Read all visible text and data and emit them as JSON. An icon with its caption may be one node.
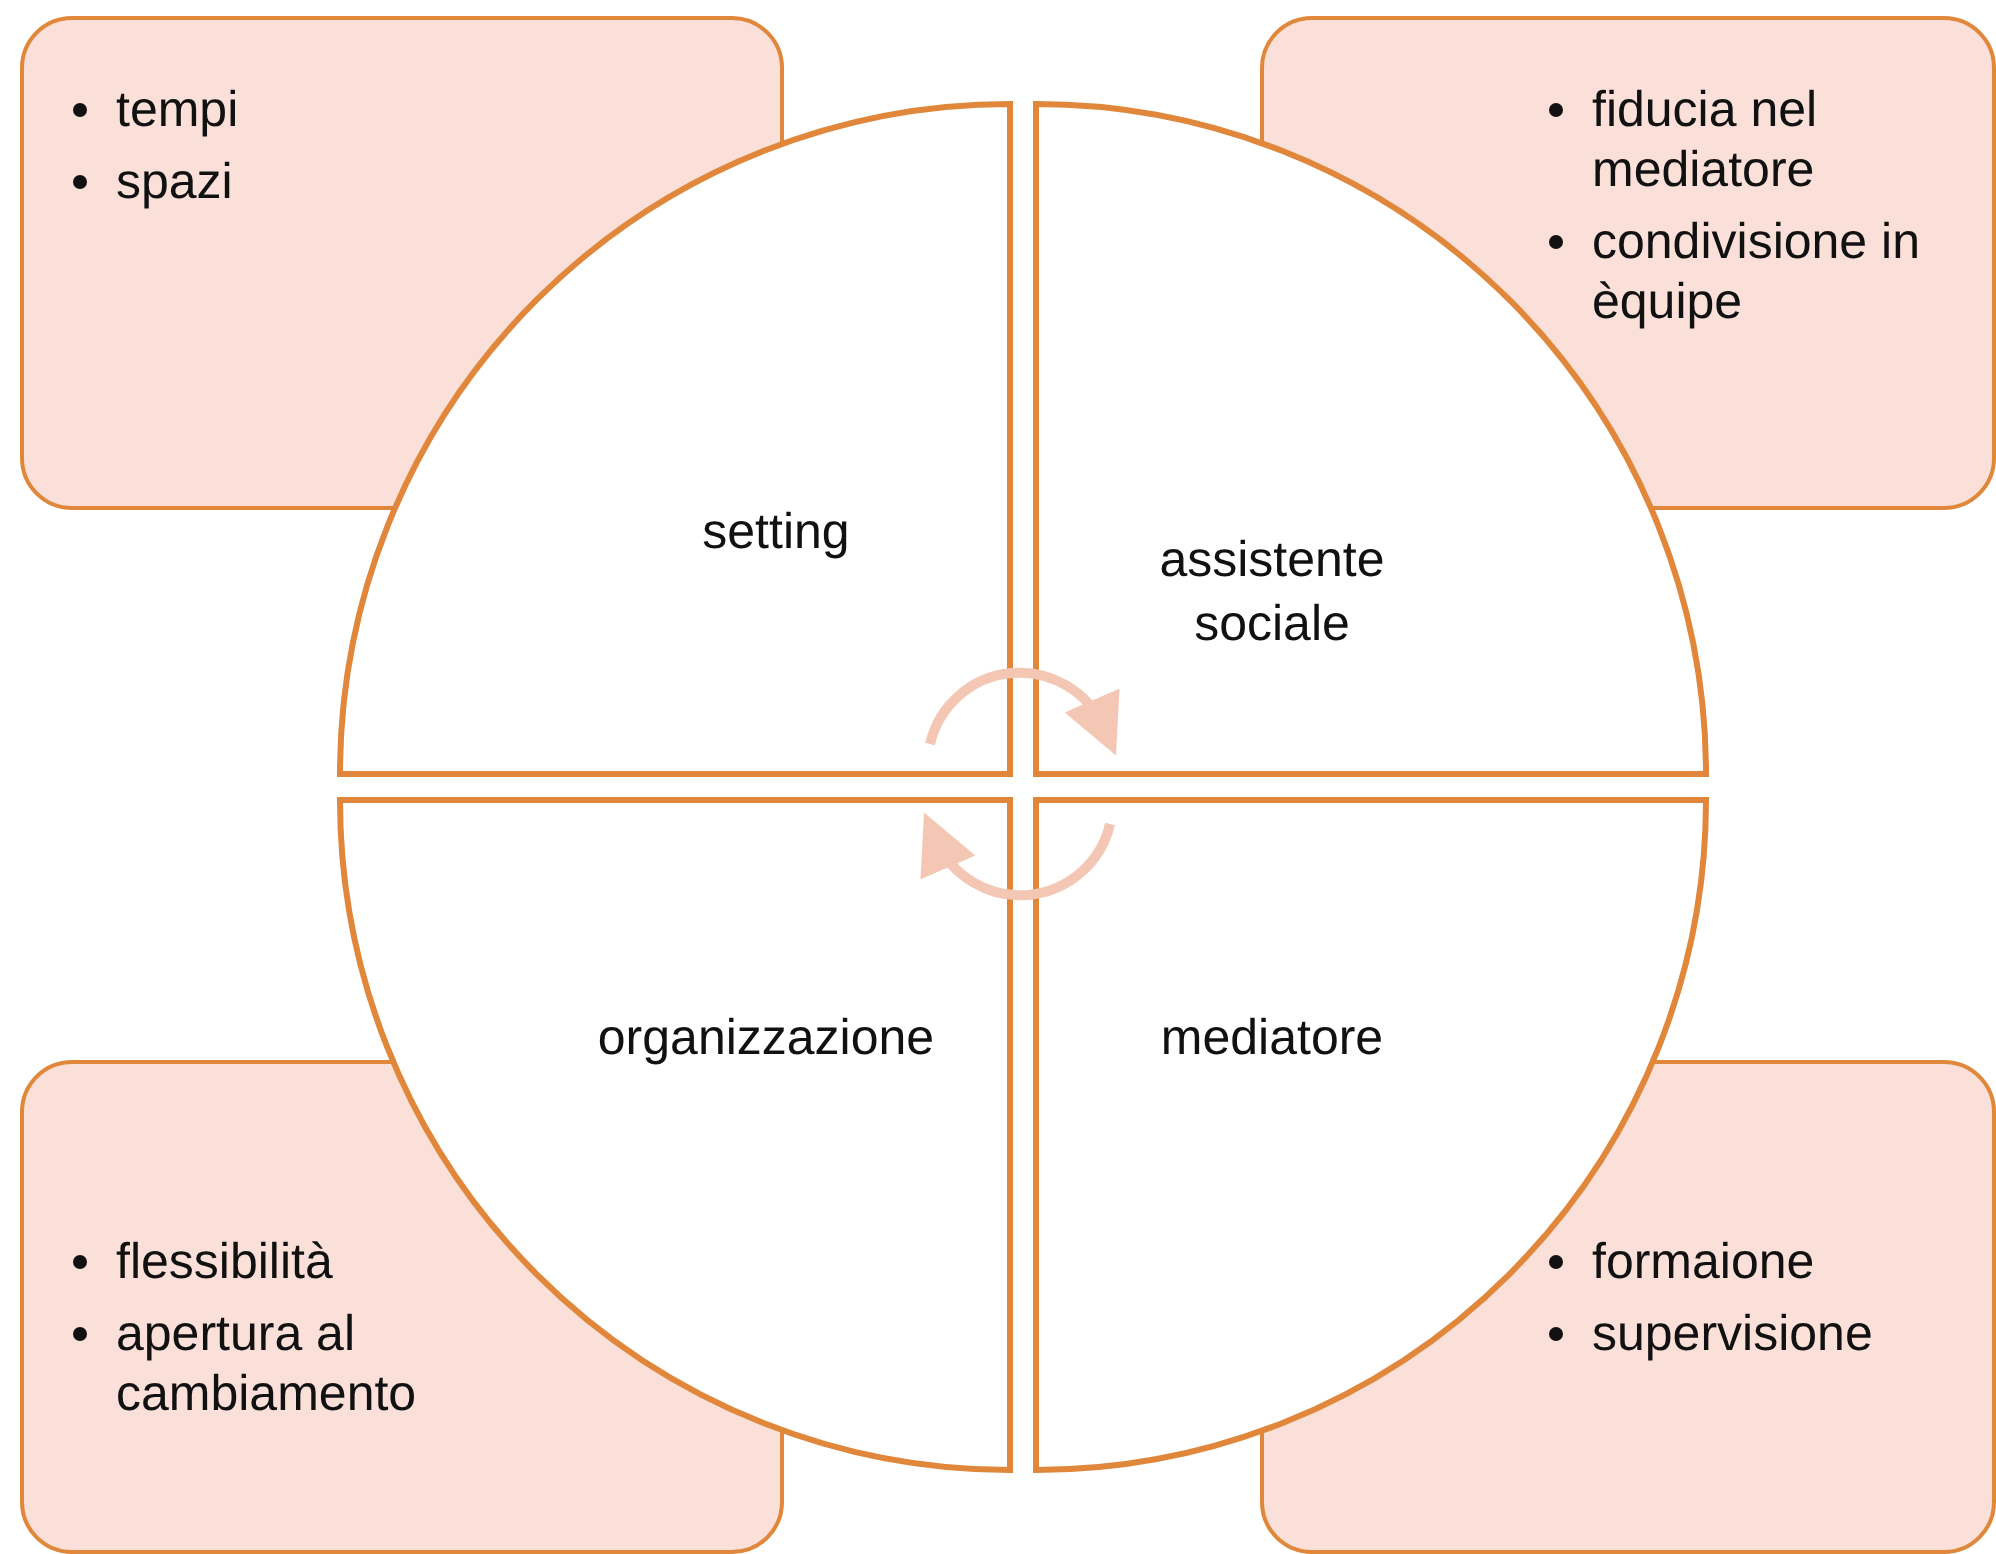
{
  "diagram": {
    "nodes": [
      {
        "text": [
          "tempi",
          "spazi"
        ]
      },
      {
        "text": [
          "fiducia nel mediatore",
          "condivisione in èquipe"
        ]
      },
      {
        "text": [
          "setting"
        ]
      },
      {
        "text": [
          "assistente sociale"
        ]
      },
      {
        "text": [
          "organizzazione"
        ]
      },
      {
        "text": [
          "mediatore"
        ]
      },
      {
        "text": [
          "flessibilità",
          "apertura al cambiamento"
        ]
      },
      {
        "text": [
          "formaione",
          "supervisione"
        ]
      }
    ],
    "edges": [
      {
        "from": 2,
        "to": 3,
        "arrow": "to"
      },
      {
        "from": 5,
        "to": 4,
        "arrow": "to"
      }
    ]
  }
}
